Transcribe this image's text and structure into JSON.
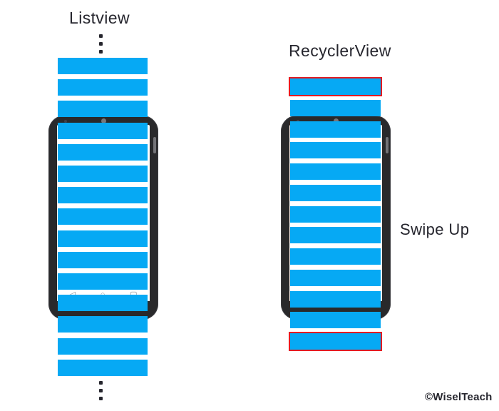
{
  "diagram": {
    "left_panel": {
      "title": "Listview",
      "items_total": 15,
      "highlighted_items": [],
      "has_top_ellipsis": true,
      "has_bottom_ellipsis": true
    },
    "right_panel": {
      "title": "RecyclerView",
      "items_total": 13,
      "highlighted_items": [
        0,
        12
      ],
      "has_top_ellipsis": false,
      "has_bottom_ellipsis": false
    },
    "annotations": {
      "swipe_label": "Swipe Up",
      "watermark": "©WiselTeach"
    }
  },
  "icons": {
    "back": "◁",
    "home": "○",
    "recents": "▢"
  },
  "colors": {
    "background": "#ffffff",
    "bar_blue": "#06a9f4",
    "highlight_red": "#e31b22",
    "phone_frame": "#29292b",
    "phone_screen": "#ffffff",
    "text_dark": "#26262e",
    "nav_gray": "#8f8f93"
  }
}
